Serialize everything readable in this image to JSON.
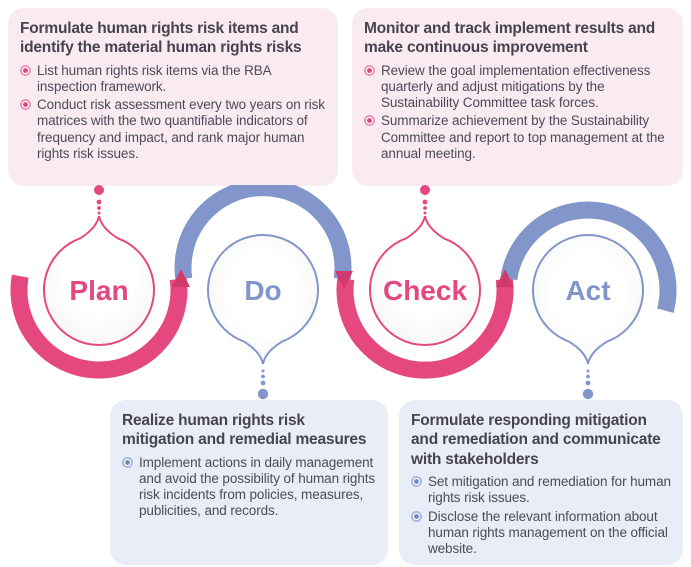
{
  "panels": {
    "plan": {
      "title": "Formulate human rights risk items and identify the material human rights risks",
      "bullets": [
        "List human rights risk items via the RBA inspection framework.",
        "Conduct risk assessment every two years on risk matrices with the two quantifiable indicators of frequency and impact, and rank major human rights risk issues."
      ]
    },
    "check": {
      "title": "Monitor and track implement results and make continuous improvement",
      "bullets": [
        "Review the goal implementation effectiveness quarterly and adjust mitigations by the Sustainability Committee task forces.",
        "Summarize achievement by the Sustainability Committee and report to top management at the annual meeting."
      ]
    },
    "do": {
      "title": "Realize human rights risk mitigation and remedial measures",
      "bullets": [
        "Implement actions in daily management and avoid the possibility of human rights risk incidents from policies, measures, publicities, and records."
      ]
    },
    "act": {
      "title": "Formulate responding mitigation and remediation and communicate with stakeholders",
      "bullets": [
        "Set mitigation and remediation for human rights risk issues.",
        "Disclose the relevant information about human rights management on the official website."
      ]
    }
  },
  "cycle": {
    "steps": [
      {
        "label": "Plan",
        "color": "#E5487E"
      },
      {
        "label": "Do",
        "color": "#8296CB"
      },
      {
        "label": "Check",
        "color": "#E5487E"
      },
      {
        "label": "Act",
        "color": "#8296CB"
      }
    ]
  },
  "colors": {
    "pink": "#E5487E",
    "pink_dark": "#D23A6E",
    "blue": "#8296CB",
    "panel_pink_bg": "#FAEBF1",
    "panel_blue_bg": "#E9EDF7",
    "heading_text": "#45444F",
    "body_text": "#4B4B59"
  }
}
